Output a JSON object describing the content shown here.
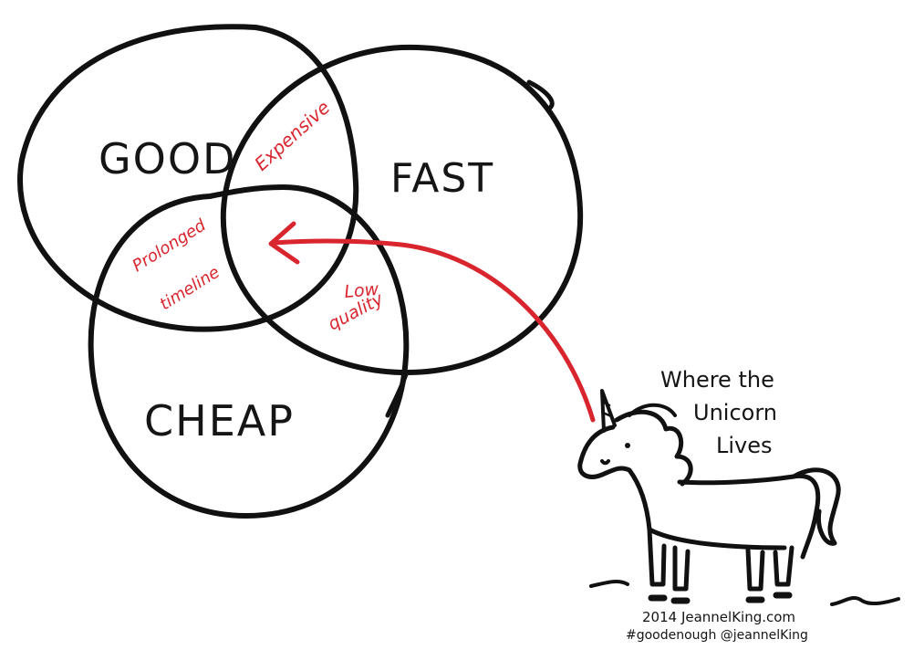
{
  "colors": {
    "ink": "#111111",
    "accent": "#d9262e",
    "background": "#ffffff"
  },
  "circles": {
    "good": "GOOD",
    "fast": "FAST",
    "cheap": "CHEAP"
  },
  "overlaps": {
    "good_fast": "Expensive",
    "good_cheap_line1": "Prolonged",
    "good_cheap_line2": "timeline",
    "fast_cheap_line1": "Low",
    "fast_cheap_line2": "quality"
  },
  "unicorn": {
    "caption_line1": "Where the",
    "caption_line2": "Unicorn",
    "caption_line3": "Lives"
  },
  "credits": {
    "line1": "2014 JeannelKing.com",
    "line2": "#goodenough @jeannelKing"
  }
}
